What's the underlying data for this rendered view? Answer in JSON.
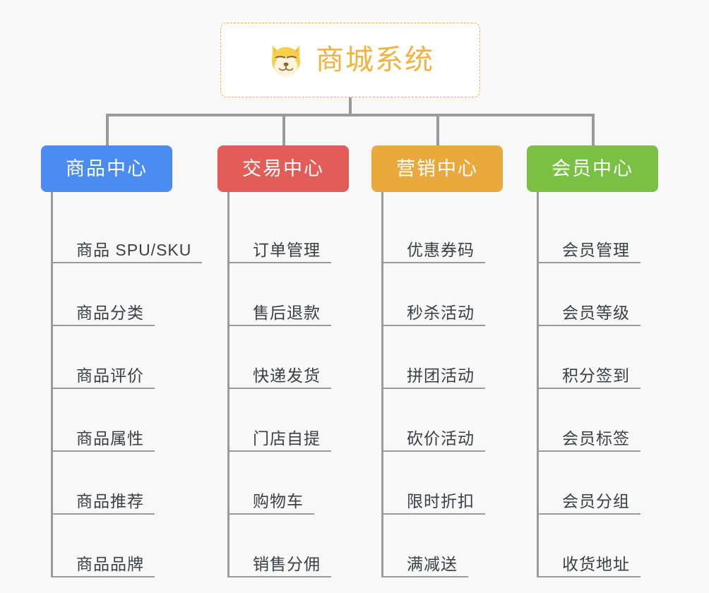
{
  "page": {
    "background_color": "#f8f8f8",
    "line_color": "#9a9a9a"
  },
  "root": {
    "title": "商城系统",
    "icon": "shiba-dog-emoji",
    "text_color": "#f2b33d",
    "border_color": "#f0b03c",
    "background_color": "#ffffff"
  },
  "branches": [
    {
      "label": "商品中心",
      "color": "#4a8cf0",
      "items": [
        "商品 SPU/SKU",
        "商品分类",
        "商品评价",
        "商品属性",
        "商品推荐",
        "商品品牌"
      ]
    },
    {
      "label": "交易中心",
      "color": "#e25c58",
      "items": [
        "订单管理",
        "售后退款",
        "快递发货",
        "门店自提",
        "购物车",
        "销售分佣"
      ]
    },
    {
      "label": "营销中心",
      "color": "#eaa93c",
      "items": [
        "优惠券码",
        "秒杀活动",
        "拼团活动",
        "砍价活动",
        "限时折扣",
        "满减送"
      ]
    },
    {
      "label": "会员中心",
      "color": "#79c044",
      "items": [
        "会员管理",
        "会员等级",
        "积分签到",
        "会员标签",
        "会员分组",
        "收货地址"
      ]
    }
  ]
}
